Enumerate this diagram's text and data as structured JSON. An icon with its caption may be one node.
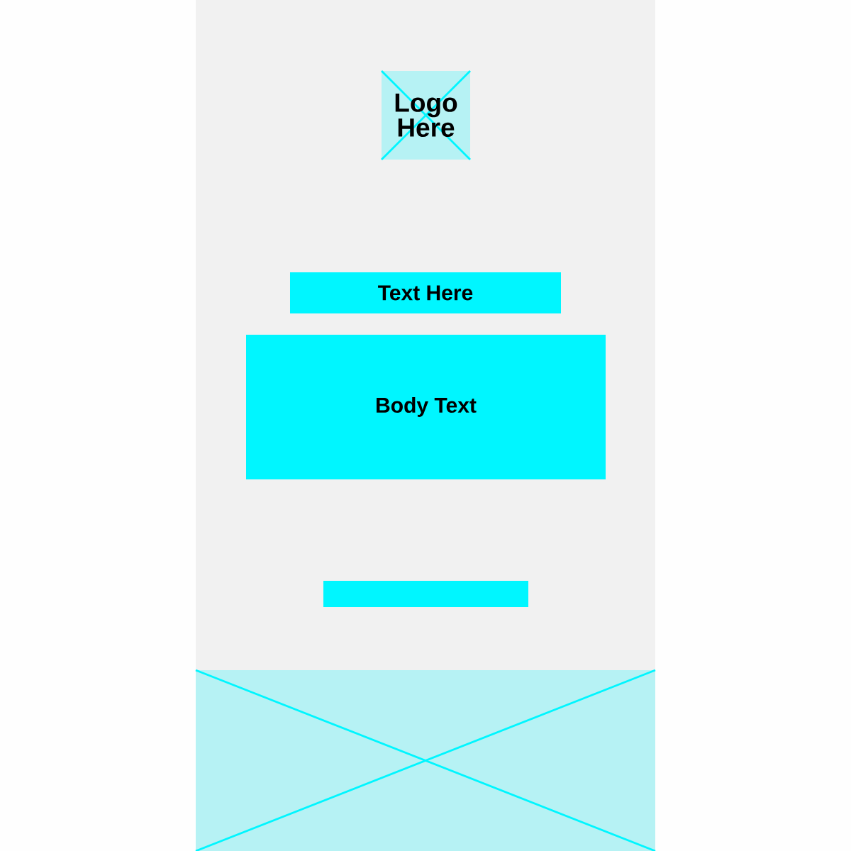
{
  "diagram": {
    "nodes": [
      {
        "text": [
          "Logo Here"
        ]
      },
      {
        "text": [
          "Text Here"
        ]
      },
      {
        "text": [
          "Body Text"
        ]
      },
      {
        "text": [],
        "shape": "bar"
      },
      {
        "text": [],
        "shape": "box"
      }
    ]
  }
}
